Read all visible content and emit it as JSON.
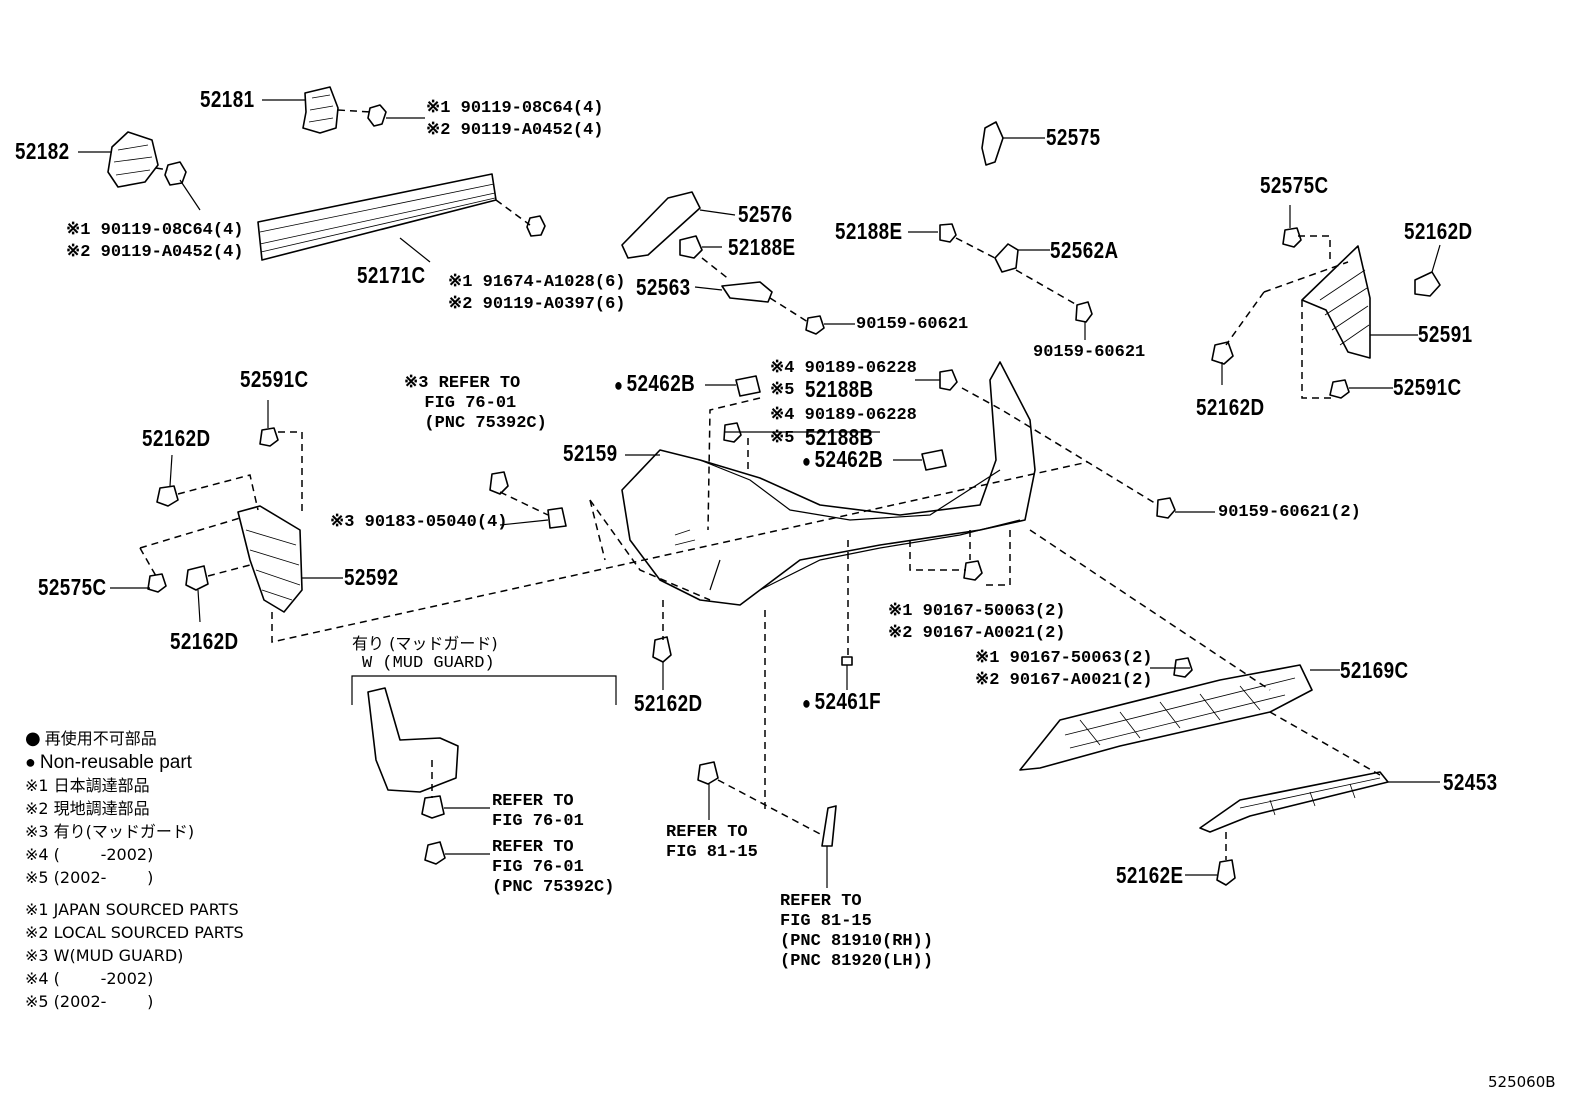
{
  "parts": {
    "p52181": "52181",
    "p52182": "52182",
    "p52171C": "52171C",
    "p52575": "52575",
    "p52576": "52576",
    "p52188E_a": "52188E",
    "p52188E_b": "52188E",
    "p52562A": "52562A",
    "p52563": "52563",
    "p52575C_r": "52575C",
    "p52162D_r1": "52162D",
    "p52591": "52591",
    "p52162D_r2": "52162D",
    "p52591C_r": "52591C",
    "p52591C_l": "52591C",
    "p52162D_l1": "52162D",
    "p52575C_l": "52575C",
    "p52592": "52592",
    "p52162D_l2": "52162D",
    "p52462B_a": "52462B",
    "p52462B_b": "52462B",
    "p52159": "52159",
    "p52188B_a": "52188B",
    "p52188B_b": "52188B",
    "p52162D_c": "52162D",
    "p52461F": "52461F",
    "p52169C": "52169C",
    "p52453": "52453",
    "p52162E": "52162E"
  },
  "fasteners": {
    "f1": "※1 90119-08C64(4)",
    "f2": "※2 90119-A0452(4)",
    "f3": "※1 90119-08C64(4)",
    "f4": "※2 90119-A0452(4)",
    "f5": "※1 91674-A1028(6)",
    "f6": "※2 90119-A0397(6)",
    "f7": "90159-60621",
    "f8": "90159-60621",
    "f9": "※4 90189-06228",
    "f10": "※5",
    "f11": "※4 90189-06228",
    "f12": "※5",
    "f13": "90159-60621(2)",
    "f14": "※3 90183-05040(4)",
    "f15": "※1 90167-50063(2)",
    "f16": "※2 90167-A0021(2)",
    "f17": "※1 90167-50063(2)",
    "f18": "※2 90167-A0021(2)"
  },
  "refers": {
    "r1": "※3 REFER TO\n  FIG 76-01\n  (PNC 75392C)",
    "r2": "REFER TO\nFIG 76-01",
    "r3": "REFER TO\nFIG 76-01\n(PNC 75392C)",
    "r4": "REFER TO\nFIG 81-15",
    "r5": "REFER TO\nFIG 81-15\n(PNC 81910(RH))\n(PNC 81920(LH))"
  },
  "mudguard": {
    "line1": "有り (マッドガード)",
    "line2": "W (MUD GUARD)"
  },
  "legend": {
    "jp_nonreusable": "再使用不可部品",
    "en_nonreusable": "Non-reusable part",
    "jp1": "※1 日本調達部品",
    "jp2": "※2 現地調達部品",
    "jp3": "※3 有り(マッドガード)",
    "jp4": "※4 (        -2002)",
    "jp5": "※5 (2002-        )",
    "en1": "※1 JAPAN SOURCED PARTS",
    "en2": "※2 LOCAL SOURCED PARTS",
    "en3": "※3 W(MUD GUARD)",
    "en4": "※4 (        -2002)",
    "en5": "※5 (2002-        )"
  },
  "figure_id": "525060B"
}
